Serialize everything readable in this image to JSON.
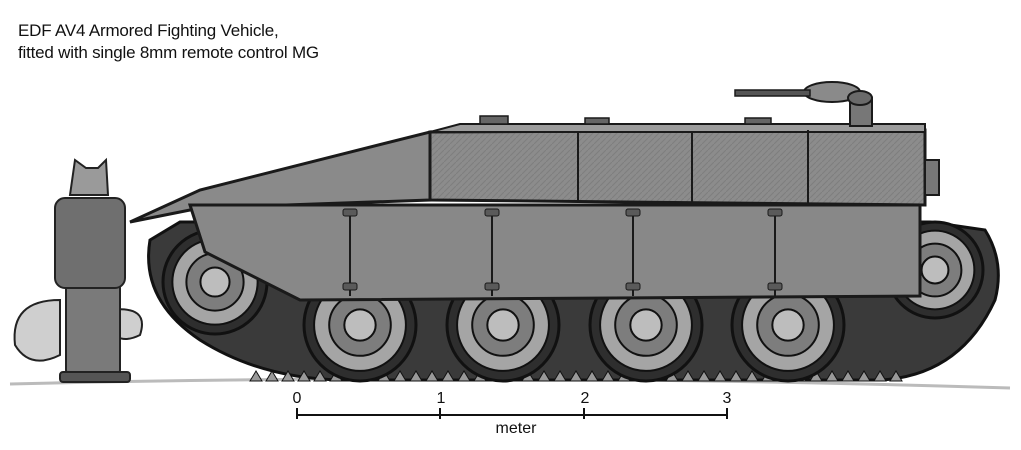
{
  "caption": {
    "line1": "EDF AV4 Armored Fighting Vehicle,",
    "line2": "fitted with single 8mm remote control MG"
  },
  "scale": {
    "ticks": [
      "0",
      "1",
      "2",
      "3"
    ],
    "unit": "meter"
  },
  "colors": {
    "hull_light": "#8f8f8f",
    "hull_mid": "#7a7a7a",
    "hull_dark": "#555555",
    "outline": "#1a1a1a",
    "track": "#2b2b2b",
    "wheel_rim": "#9a9a9a",
    "figure": "#6f6f6f"
  }
}
